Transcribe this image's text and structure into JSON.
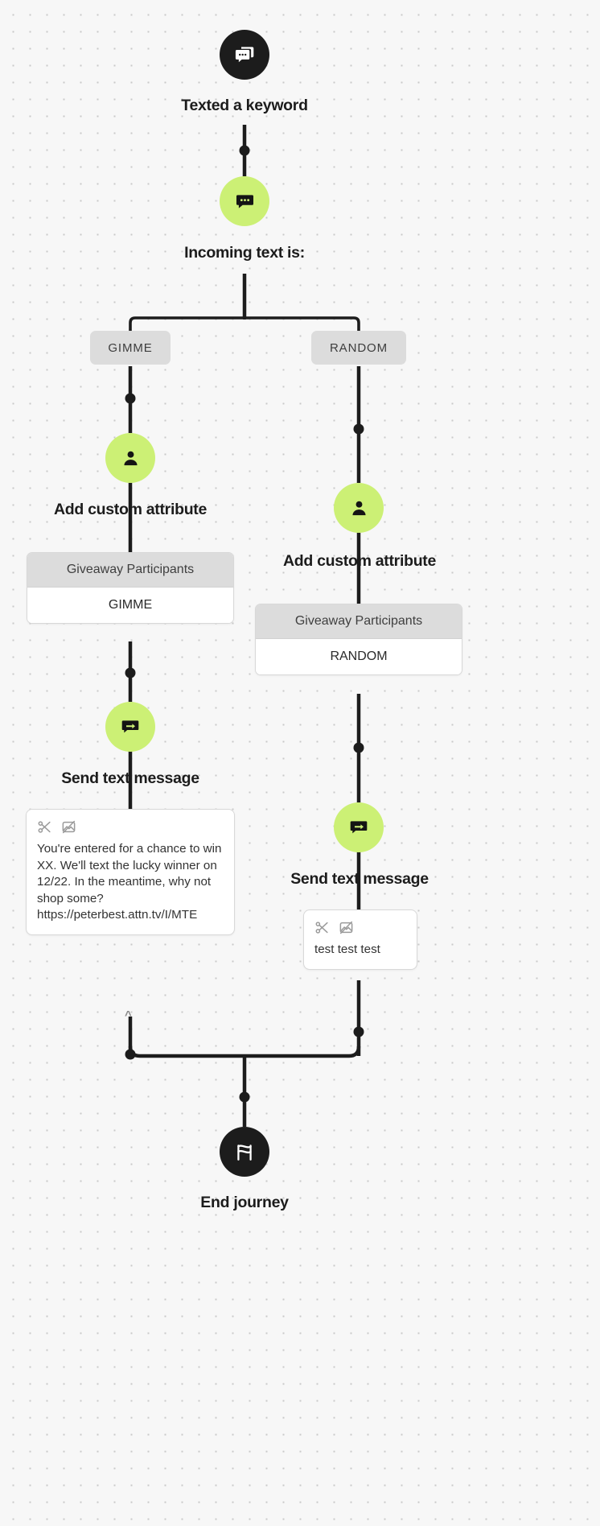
{
  "canvas": {
    "title": "Journey builder canvas",
    "background_color": "#f7f7f7",
    "dot_color": "#c9c9c9",
    "accent_color": "#ccf075",
    "trigger_color": "#1c1c1c",
    "pill_color": "#dcdcdc"
  },
  "nodes": {
    "trigger": {
      "label": "Texted a keyword",
      "icon": "chat-bubbles-icon"
    },
    "split": {
      "label": "Incoming text is:",
      "icon": "chat-bubble-dots-icon"
    },
    "branch_left": {
      "pill": "GIMME",
      "attribute": {
        "label": "Add custom attribute",
        "icon": "person-icon",
        "card_header": "Giveaway Participants",
        "card_value": "GIMME"
      },
      "message": {
        "label": "Send text message",
        "icon": "message-send-icon",
        "header_icons": [
          "scissors-icon",
          "no-image-icon"
        ],
        "body": "You're entered for a chance to win XX. We'll text the lucky winner on 12/22. In the meantime, why not shop some? https://peterbest.attn.tv/I/MTE",
        "expand_chevron": "^"
      }
    },
    "branch_right": {
      "pill": "RANDOM",
      "attribute": {
        "label": "Add custom attribute",
        "icon": "person-icon",
        "card_header": "Giveaway Participants",
        "card_value": "RANDOM"
      },
      "message": {
        "label": "Send text message",
        "icon": "message-send-icon",
        "header_icons": [
          "scissors-icon",
          "no-image-icon"
        ],
        "body": "test test test"
      }
    },
    "end": {
      "label": "End journey",
      "icon": "end-flags-icon"
    }
  }
}
